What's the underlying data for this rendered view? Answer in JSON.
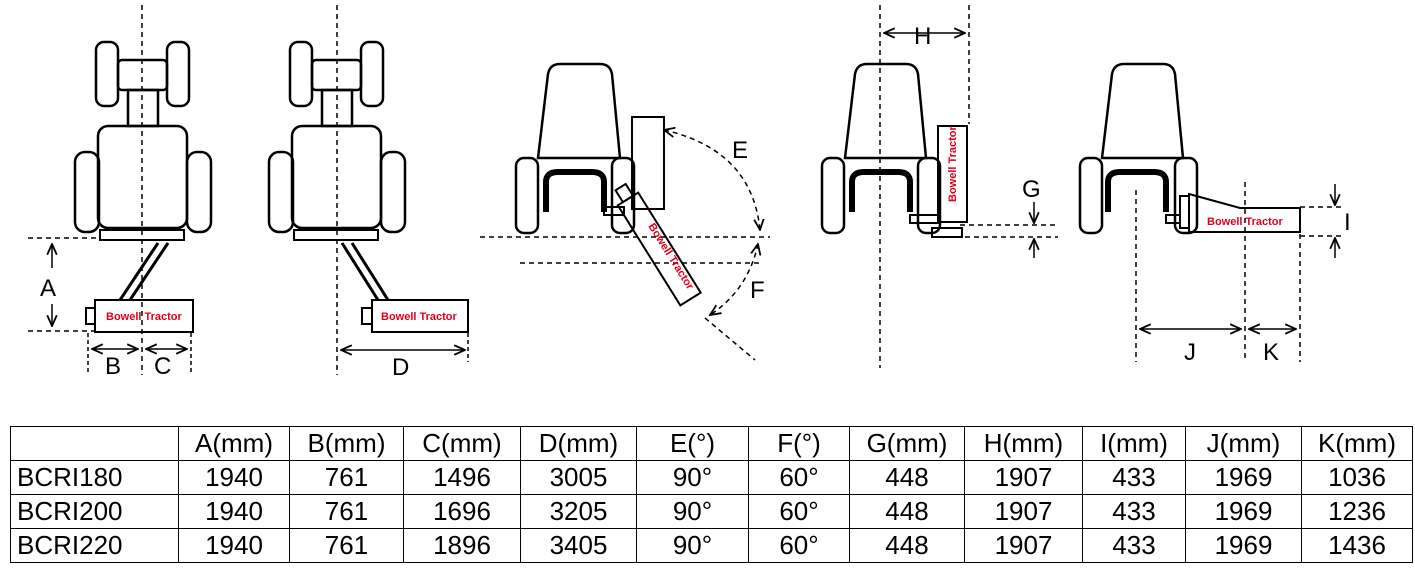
{
  "diagrams": {
    "brand": "Bowell Tractor",
    "dimension_letters": [
      "A",
      "B",
      "C",
      "D",
      "E",
      "F",
      "G",
      "H",
      "I",
      "J",
      "K"
    ]
  },
  "table": {
    "headers": [
      "",
      "A(mm)",
      "B(mm)",
      "C(mm)",
      "D(mm)",
      "E(°)",
      "F(°)",
      "G(mm)",
      "H(mm)",
      "I(mm)",
      "J(mm)",
      "K(mm)"
    ],
    "rows": [
      [
        "BCRI180",
        "1940",
        "761",
        "1496",
        "3005",
        "90°",
        "60°",
        "448",
        "1907",
        "433",
        "1969",
        "1036"
      ],
      [
        "BCRI200",
        "1940",
        "761",
        "1696",
        "3205",
        "90°",
        "60°",
        "448",
        "1907",
        "433",
        "1969",
        "1236"
      ],
      [
        "BCRI220",
        "1940",
        "761",
        "1896",
        "3405",
        "90°",
        "60°",
        "448",
        "1907",
        "433",
        "1969",
        "1436"
      ]
    ]
  }
}
